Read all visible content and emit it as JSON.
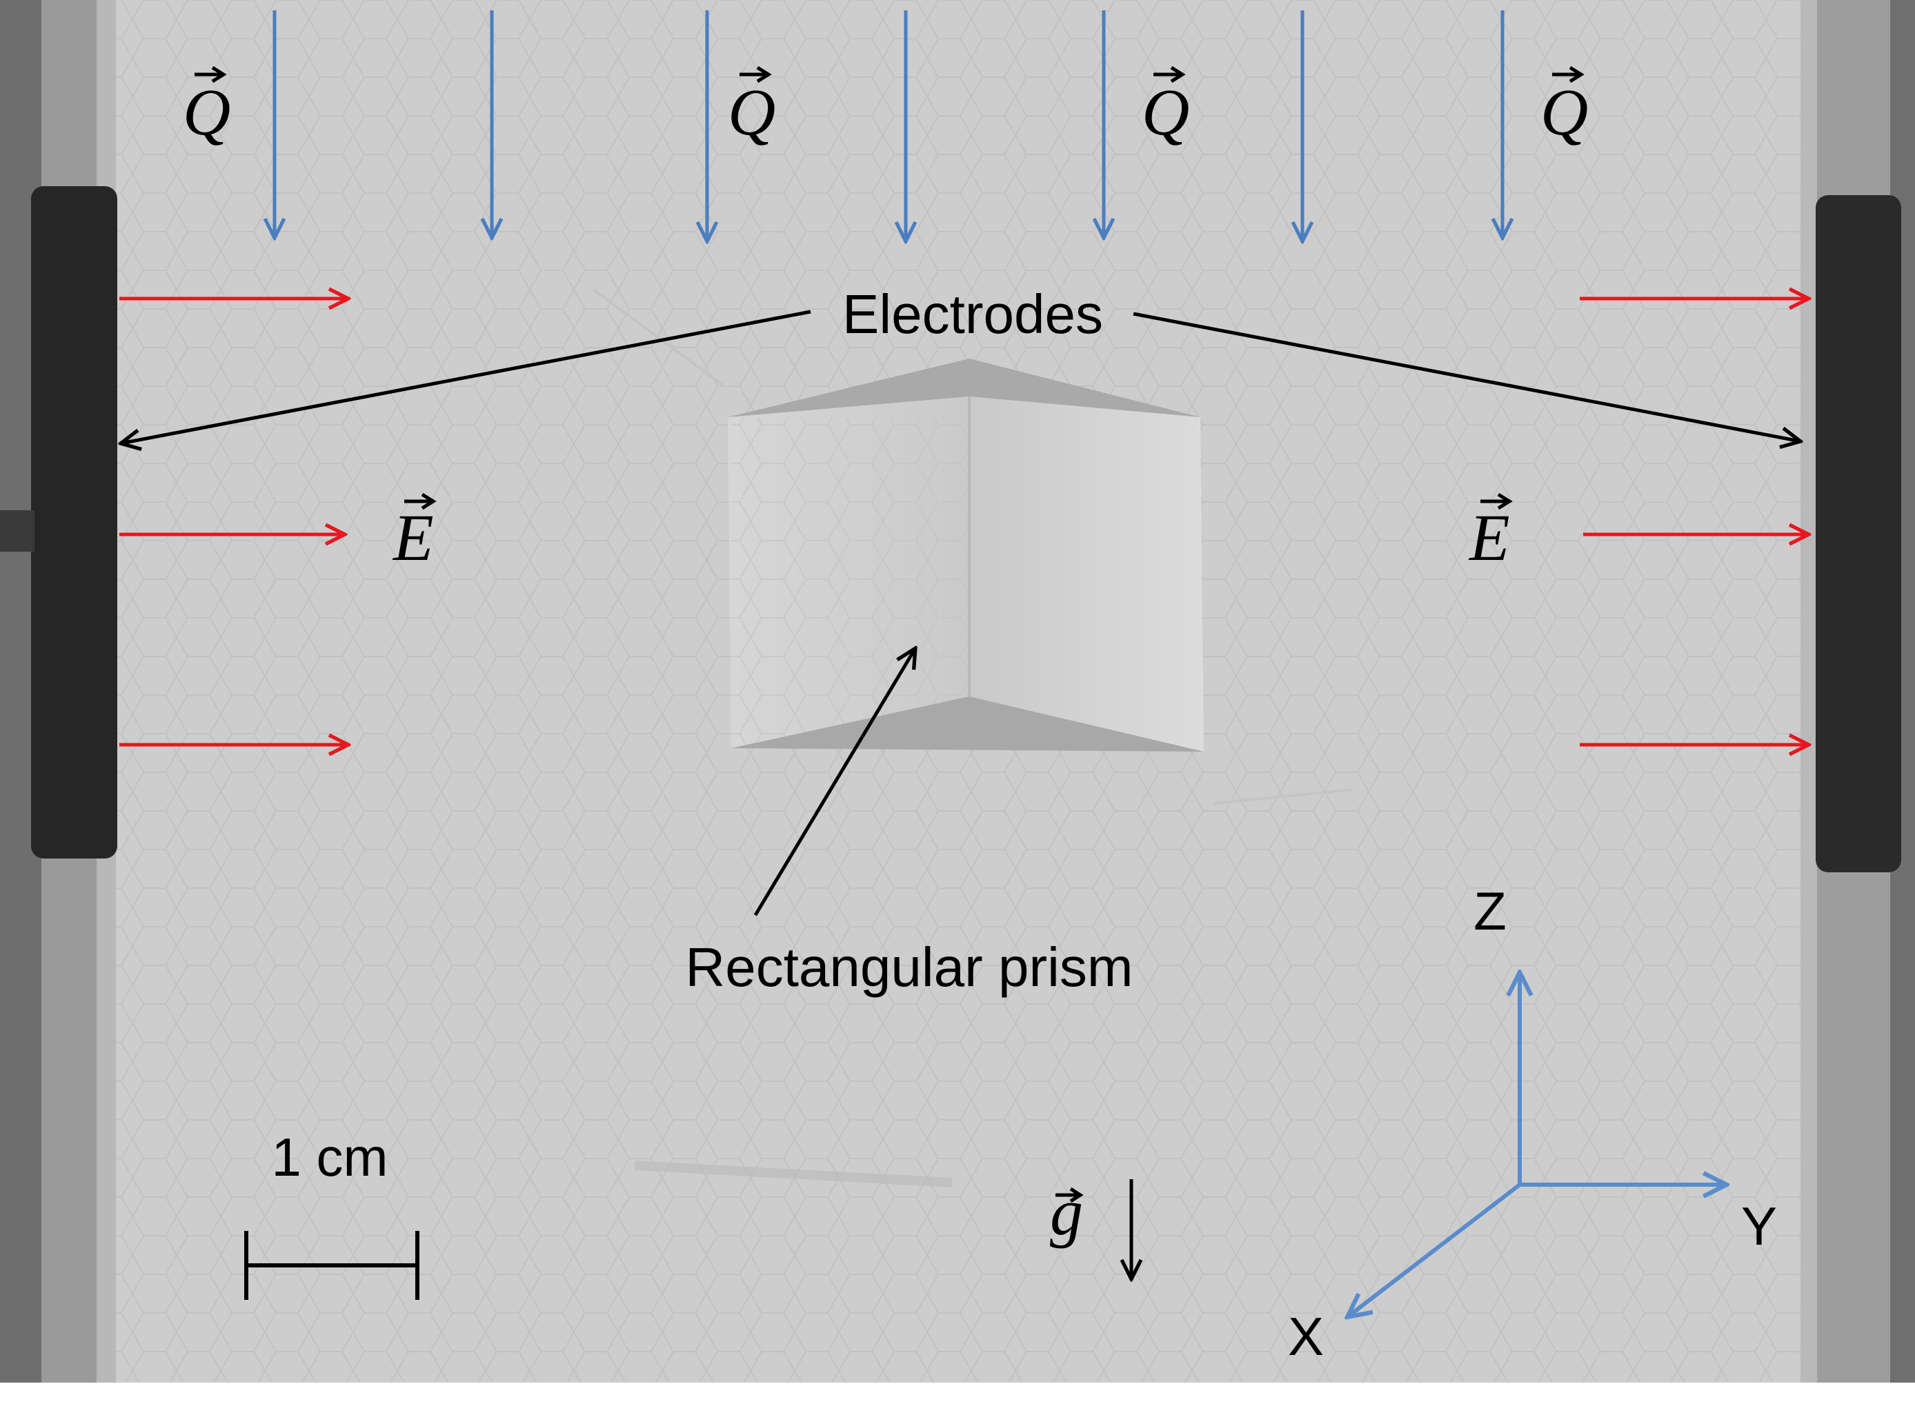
{
  "labels": {
    "electrodes": "Electrodes",
    "prism": "Rectangular prism",
    "scale": "1 cm",
    "axis_z": "Z",
    "axis_y": "Y",
    "axis_x": "X",
    "flux_symbol": "Q",
    "field_symbol": "E",
    "gravity_symbol": "g"
  },
  "colors": {
    "flux_arrows": "#4a7ebf",
    "field_arrows": "#e8161e",
    "annotation_arrows": "#000000",
    "axes": "#5a8ccc",
    "background_gray": "#cfcfcf",
    "electrode": "#2a2a2a"
  }
}
